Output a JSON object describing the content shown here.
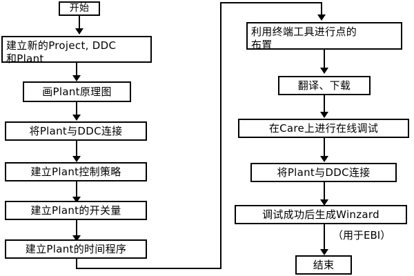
{
  "diagram": {
    "title": "Honeywell Care/EBI DDC project workflow flowchart",
    "colors": {
      "background": "#ffffff",
      "box_border": "#000000",
      "box_fill": "#ffffff",
      "text": "#000000",
      "connector": "#000000"
    },
    "left_column": {
      "start": {
        "label": "开始"
      },
      "steps": [
        {
          "label": "建立新的Project, DDC\n和Plant"
        },
        {
          "label": "画Plant原理图"
        },
        {
          "label": "将Plant与DDC连接"
        },
        {
          "label": "建立Plant控制策略"
        },
        {
          "label": "建立Plant的开关量"
        },
        {
          "label": "建立Plant的时间程序"
        }
      ]
    },
    "right_column": {
      "steps": [
        {
          "label": "利用终端工具进行点的\n布置"
        },
        {
          "label": "翻译、下载"
        },
        {
          "label": "在Care上进行在线调试"
        },
        {
          "label": "将Plant与DDC连接"
        },
        {
          "label": "调试成功后生成Winzard"
        }
      ],
      "annotation": {
        "label": "（用于EBI）"
      },
      "end": {
        "label": "结束"
      }
    }
  }
}
